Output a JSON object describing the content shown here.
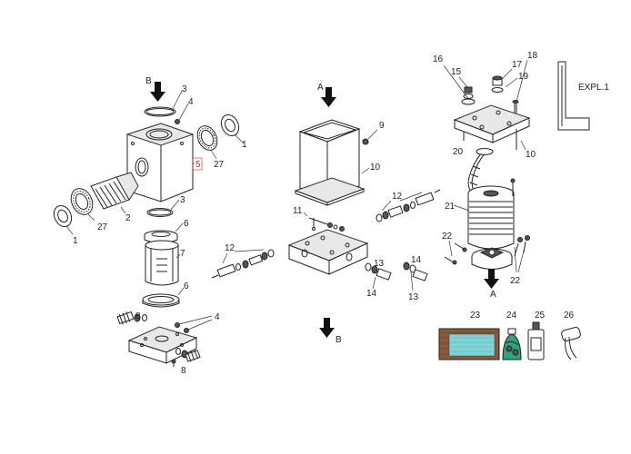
{
  "labels": {
    "B_top": "B",
    "A_top": "A",
    "A_bottom": "A",
    "B_bottom": "B",
    "expl": "EXPL.1",
    "n1a": "1",
    "n1b": "1",
    "n2": "2",
    "n3a": "3",
    "n3b": "3",
    "n4a": "4",
    "n4b": "4",
    "n5": "5",
    "n6a": "6",
    "n6b": "6",
    "n7": "7",
    "n8a": "8",
    "n8b": "8",
    "n9": "9",
    "n10a": "10",
    "n10b": "10",
    "n11": "11",
    "n12a": "12",
    "n12b": "12",
    "n13a": "13",
    "n13b": "13",
    "n14a": "14",
    "n14b": "14",
    "n15": "15",
    "n16": "16",
    "n17": "17",
    "n18": "18",
    "n19": "19",
    "n20": "20",
    "n21": "21",
    "n22a": "22",
    "n22b": "22",
    "n23": "23",
    "n24": "24",
    "n25": "25",
    "n26": "26",
    "n27a": "27",
    "n27b": "27"
  },
  "colors": {
    "highlight_label": "#d02020",
    "brush_green": "#2fa37a",
    "pad_brown": "#8a5a3a",
    "pad_cyan": "#7fd4d8"
  }
}
